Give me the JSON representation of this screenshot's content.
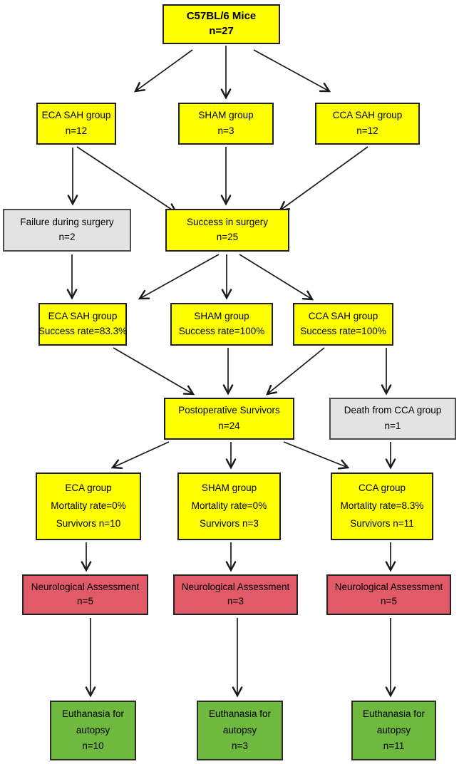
{
  "colors": {
    "node_yellow": "#FFFF00",
    "node_gray": "#E3E3E3",
    "node_red": "#E05A68",
    "node_green": "#6FB93F",
    "border": "#1F1F1F",
    "arrow": "#1A1A1A"
  },
  "nodes": {
    "mice": {
      "lines": [
        "C57BL/6 Mice",
        "n=27"
      ]
    },
    "eca_group_initial": {
      "lines": [
        "ECA SAH group",
        "n=12"
      ]
    },
    "sham_group_initial": {
      "lines": [
        "SHAM group",
        "n=3"
      ]
    },
    "cca_group_initial": {
      "lines": [
        "CCA SAH group",
        "n=12"
      ]
    },
    "failure_surgery": {
      "lines": [
        "Failure during surgery",
        "n=2"
      ]
    },
    "success_surgery": {
      "lines": [
        "Success in surgery",
        "n=25"
      ]
    },
    "eca_group_success": {
      "lines": [
        "ECA SAH group",
        "Success rate=83.3%"
      ]
    },
    "sham_group_success": {
      "lines": [
        "SHAM group",
        "Success rate=100%"
      ]
    },
    "cca_group_success": {
      "lines": [
        "CCA SAH group",
        "Success rate=100%"
      ]
    },
    "postop_survivors": {
      "lines": [
        "Postoperative Survivors",
        "n=24"
      ]
    },
    "death_cca": {
      "lines": [
        "Death from CCA group",
        "n=1"
      ]
    },
    "eca_group_outcome": {
      "lines": [
        "ECA group",
        "Mortality rate=0%",
        "Survivors n=10"
      ]
    },
    "sham_group_outcome": {
      "lines": [
        "SHAM group",
        "Mortality rate=0%",
        "Survivors n=3"
      ]
    },
    "cca_group_outcome": {
      "lines": [
        "CCA group",
        "Mortality rate=8.3%",
        "Survivors n=11"
      ]
    },
    "neuro_eca": {
      "lines": [
        "Neurological Assessment",
        "n=5"
      ]
    },
    "neuro_sham": {
      "lines": [
        "Neurological Assessment",
        "n=3"
      ]
    },
    "neuro_cca": {
      "lines": [
        "Neurological Assessment",
        "n=5"
      ]
    },
    "euthanasia_eca": {
      "lines": [
        "Euthanasia for",
        "autopsy",
        "n=10"
      ]
    },
    "euthanasia_sham": {
      "lines": [
        "Euthanasia for",
        "autopsy",
        "n=3"
      ]
    },
    "euthanasia_cca": {
      "lines": [
        "Euthanasia for",
        "autopsy",
        "n=11"
      ]
    }
  }
}
